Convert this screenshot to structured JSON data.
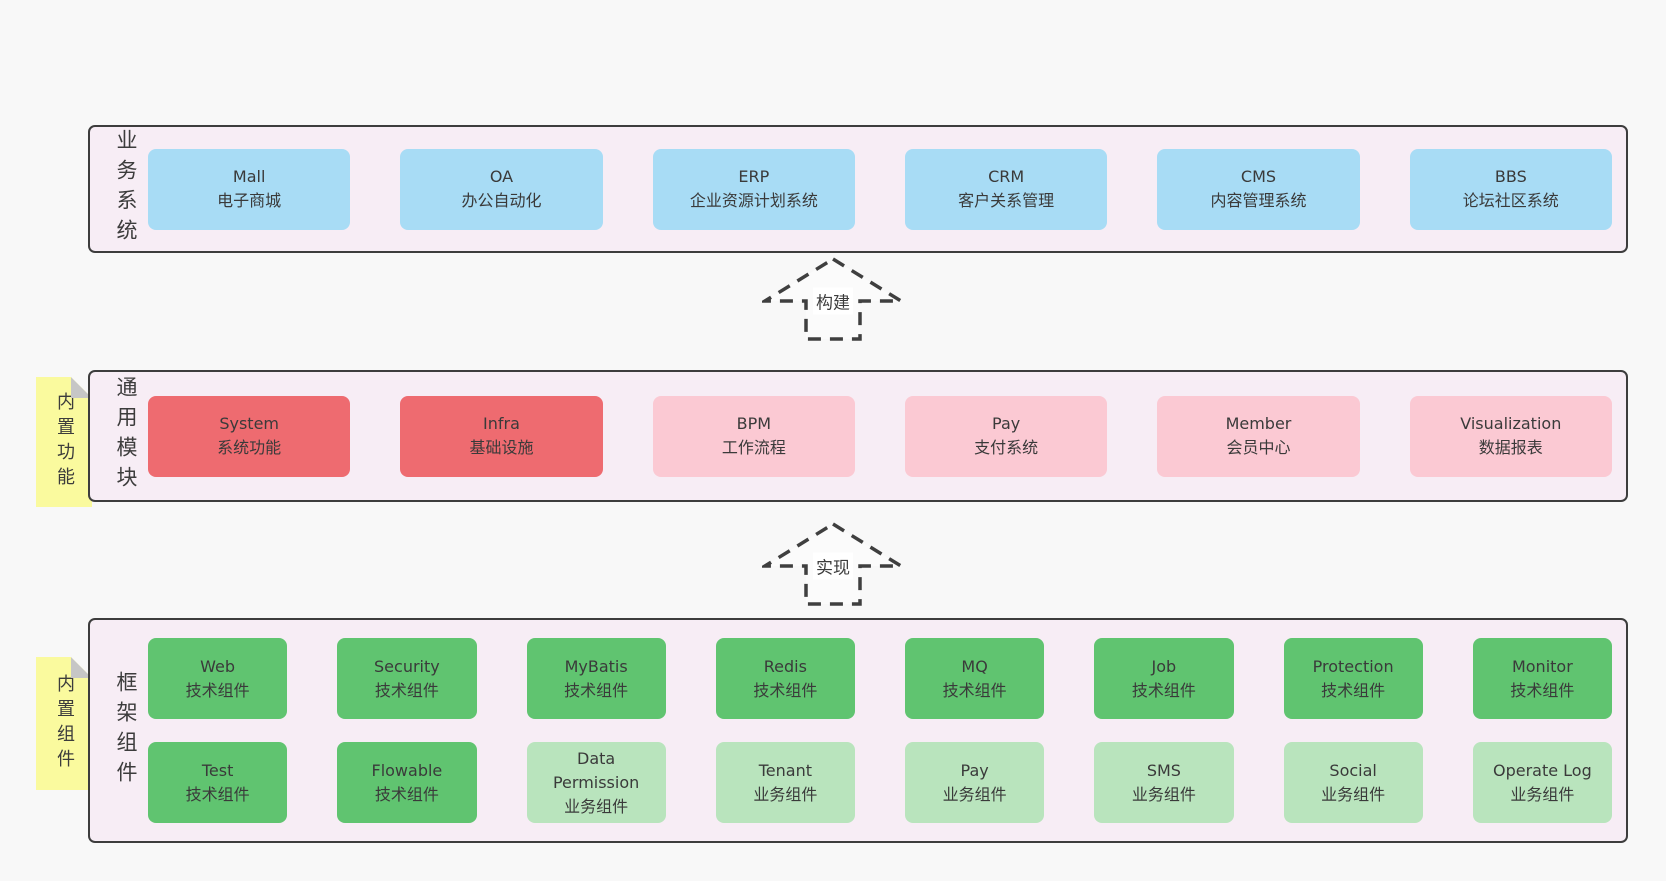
{
  "colors": {
    "page_bg": "#f8f8f8",
    "container_fill": "#f7edf5",
    "container_border": "#3d3d3d",
    "blue": "#a8dcf5",
    "red": "#ee6b70",
    "pink": "#fbc9d3",
    "green": "#60c470",
    "light_green": "#b9e4bd",
    "sticky": "#fafa9e",
    "sticky_fold": "#c6c6c6",
    "text": "#3c3c3c"
  },
  "layers": [
    {
      "id": "business-systems",
      "label": "业务系统",
      "sticky": null,
      "rows": [
        [
          {
            "name": "Mall",
            "desc": "电子商城",
            "style": "blue"
          },
          {
            "name": "OA",
            "desc": "办公自动化",
            "style": "blue"
          },
          {
            "name": "ERP",
            "desc": "企业资源计划系统",
            "style": "blue"
          },
          {
            "name": "CRM",
            "desc": "客户关系管理",
            "style": "blue"
          },
          {
            "name": "CMS",
            "desc": "内容管理系统",
            "style": "blue"
          },
          {
            "name": "BBS",
            "desc": "论坛社区系统",
            "style": "blue"
          }
        ]
      ]
    },
    {
      "id": "common-modules",
      "label": "通用模块",
      "sticky": "内置功能",
      "rows": [
        [
          {
            "name": "System",
            "desc": "系统功能",
            "style": "red"
          },
          {
            "name": "Infra",
            "desc": "基础设施",
            "style": "red"
          },
          {
            "name": "BPM",
            "desc": "工作流程",
            "style": "pink"
          },
          {
            "name": "Pay",
            "desc": "支付系统",
            "style": "pink"
          },
          {
            "name": "Member",
            "desc": "会员中心",
            "style": "pink"
          },
          {
            "name": "Visualization",
            "desc": "数据报表",
            "style": "pink"
          }
        ]
      ]
    },
    {
      "id": "framework-components",
      "label": "框架组件",
      "sticky": "内置组件",
      "rows": [
        [
          {
            "name": "Web",
            "desc": "技术组件",
            "style": "green"
          },
          {
            "name": "Security",
            "desc": "技术组件",
            "style": "green"
          },
          {
            "name": "MyBatis",
            "desc": "技术组件",
            "style": "green"
          },
          {
            "name": "Redis",
            "desc": "技术组件",
            "style": "green"
          },
          {
            "name": "MQ",
            "desc": "技术组件",
            "style": "green"
          },
          {
            "name": "Job",
            "desc": "技术组件",
            "style": "green"
          },
          {
            "name": "Protection",
            "desc": "技术组件",
            "style": "green"
          },
          {
            "name": "Monitor",
            "desc": "技术组件",
            "style": "green"
          }
        ],
        [
          {
            "name": "Test",
            "desc": "技术组件",
            "style": "green"
          },
          {
            "name": "Flowable",
            "desc": "技术组件",
            "style": "green"
          },
          {
            "name": "Data\nPermission",
            "desc": "业务组件",
            "style": "light_green"
          },
          {
            "name": "Tenant",
            "desc": "业务组件",
            "style": "light_green"
          },
          {
            "name": "Pay",
            "desc": "业务组件",
            "style": "light_green"
          },
          {
            "name": "SMS",
            "desc": "业务组件",
            "style": "light_green"
          },
          {
            "name": "Social",
            "desc": "业务组件",
            "style": "light_green"
          },
          {
            "name": "Operate Log",
            "desc": "业务组件",
            "style": "light_green"
          }
        ]
      ]
    }
  ],
  "arrows": [
    {
      "label": "构建"
    },
    {
      "label": "实现"
    }
  ]
}
